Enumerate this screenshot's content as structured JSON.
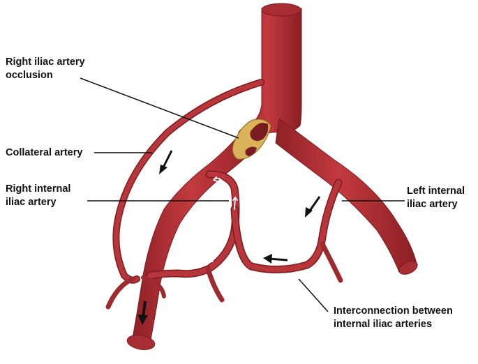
{
  "labels": {
    "right_iliac_occlusion": [
      "Right iliac artery",
      "occlusion"
    ],
    "collateral_artery": "Collateral artery",
    "right_internal_iliac": [
      "Right internal",
      "iliac artery"
    ],
    "left_internal_iliac": [
      "Left internal",
      "iliac artery"
    ],
    "interconnection": [
      "Interconnection between",
      "internal iliac arteries"
    ]
  },
  "colors": {
    "vessel": "#b23136",
    "vessel_dark": "#7c1a1f",
    "vessel_highlight": "#d7575b",
    "plaque": "#d9b25a",
    "arrow": "#111111",
    "flow_arrow": "#ffffff"
  }
}
